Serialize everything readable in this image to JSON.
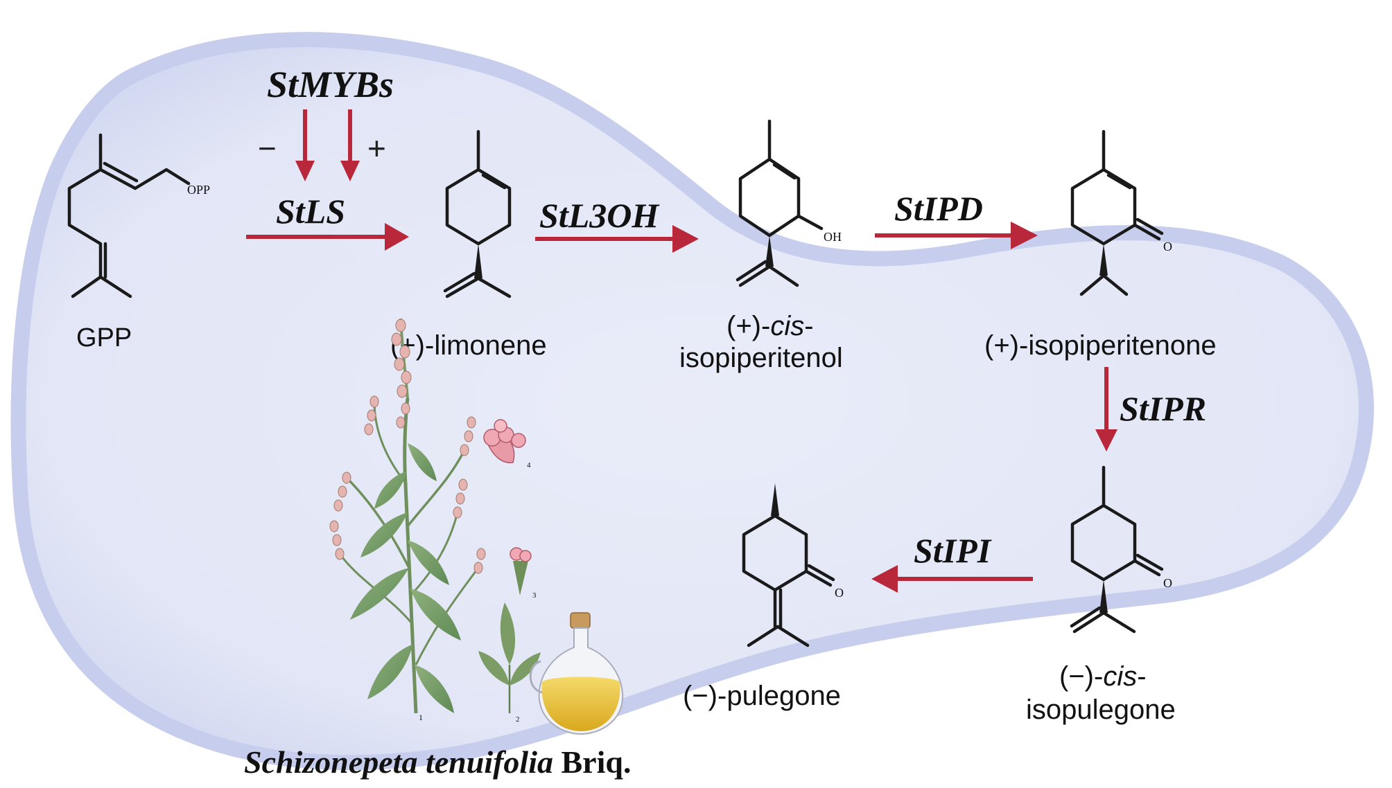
{
  "regulator": {
    "label": "StMYBs",
    "neg_sign": "−",
    "pos_sign": "+"
  },
  "enzymes": {
    "ls": "StLS",
    "l3oh": "StL3OH",
    "ipd": "StIPD",
    "ipr": "StIPR",
    "ipi": "StIPI"
  },
  "compounds": {
    "gpp": "GPP",
    "limonene": "(+)-limonene",
    "isopiperitenol_prefix": "(+)-",
    "isopiperitenol_cis": "cis",
    "isopiperitenol_dash": "-",
    "isopiperitenol_line2": "isopiperitenol",
    "isopiperitenone": "(+)-isopiperitenone",
    "isopulegone_prefix": "(−)-",
    "isopulegone_cis": "cis",
    "isopulegone_dash": "-",
    "isopulegone_line2": "isopulegone",
    "pulegone": "(−)-pulegone"
  },
  "atoms": {
    "opp": "OPP",
    "oh": "OH",
    "o1": "O",
    "o2": "O",
    "o3": "O"
  },
  "species": {
    "genus_epithet": "Schizonepeta tenuifolia",
    "authority": " Briq."
  },
  "illustration_numbers": {
    "n1": "1",
    "n2": "2",
    "n3": "3",
    "n4": "4"
  },
  "colors": {
    "arrow": "#b8283a",
    "blob_fill": "#e6e9f7",
    "blob_edge": "#bfc6ea",
    "text": "#111111"
  }
}
